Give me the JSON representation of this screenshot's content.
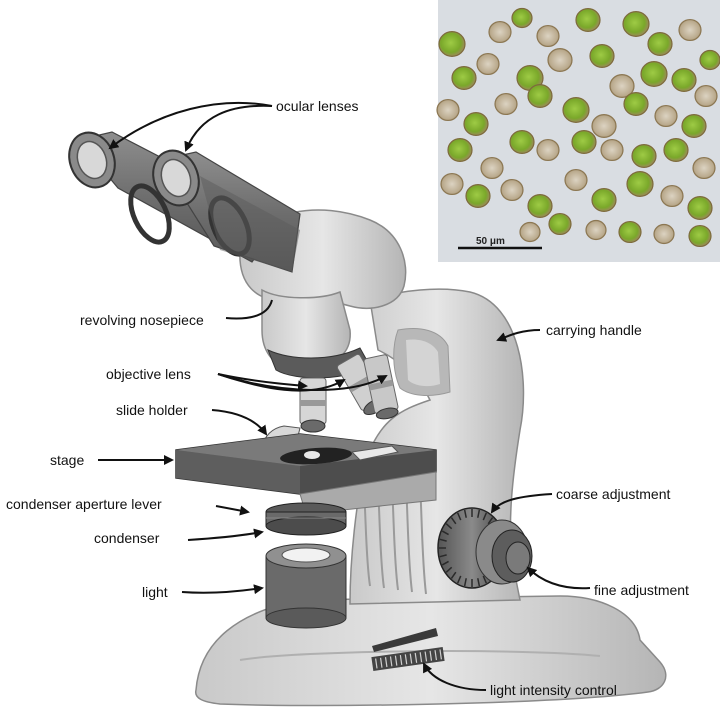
{
  "labels": {
    "ocular_lenses": "ocular lenses",
    "revolving_nosepiece": "revolving nosepiece",
    "carrying_handle": "carrying handle",
    "objective_lens": "objective lens",
    "slide_holder": "slide holder",
    "stage": "stage",
    "condenser_aperture_lever": "condenser aperture lever",
    "condenser": "condenser",
    "light": "light",
    "coarse_adjustment": "coarse adjustment",
    "fine_adjustment": "fine adjustment",
    "light_intensity_control": "light intensity control"
  },
  "micrograph": {
    "scale_bar_label": "50 μm"
  }
}
